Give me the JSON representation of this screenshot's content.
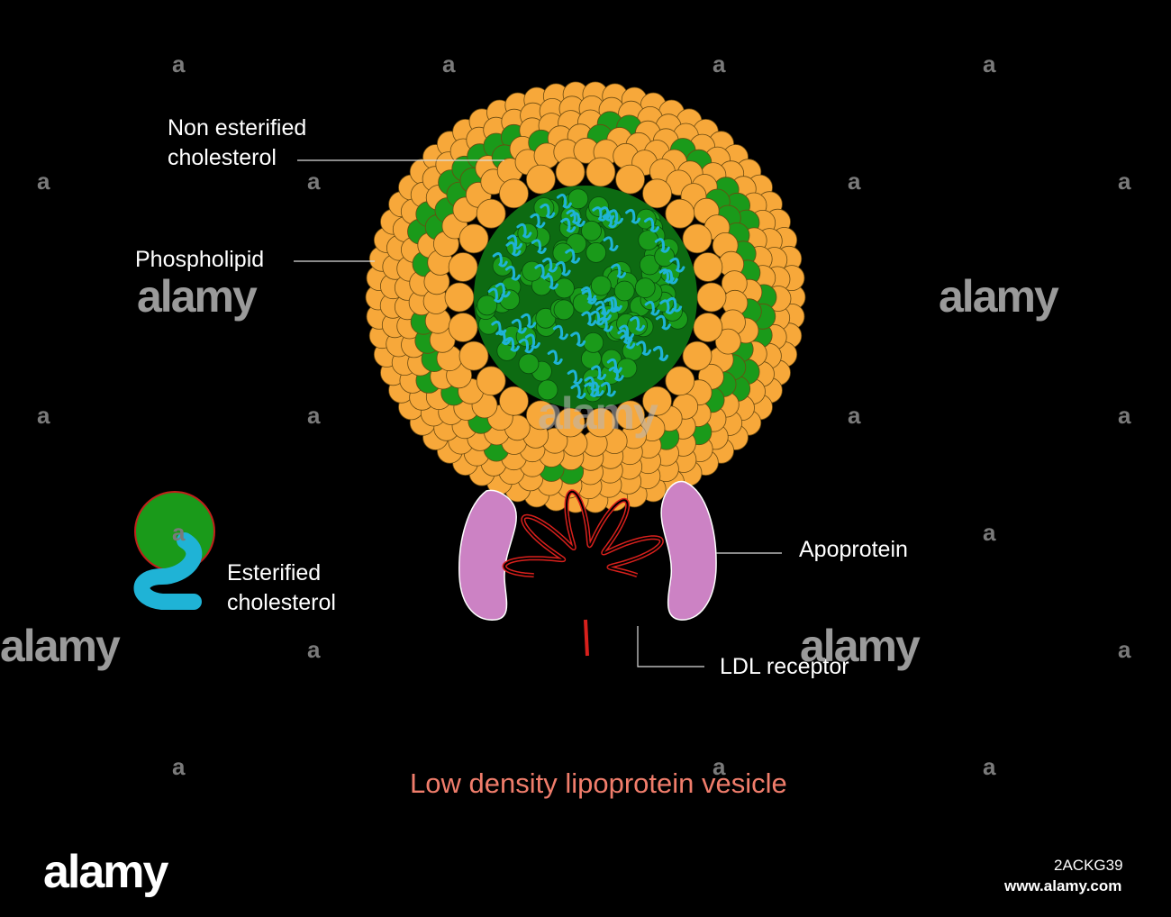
{
  "labels": {
    "non_esterified_line1": "Non esterified",
    "non_esterified_line2": "cholesterol",
    "phospholipid": "Phospholipid",
    "apoprotein": "Apoprotein",
    "esterified_line1": "Esterified",
    "esterified_line2": "cholesterol",
    "ldl_receptor": "LDL receptor"
  },
  "title": "Low density lipoprotein vesicle",
  "watermark": {
    "brand": "alamy",
    "mark": "a",
    "image_id": "2ACKG39",
    "url": "www.alamy.com"
  },
  "colors": {
    "background": "#000000",
    "phospholipid_head": "#f7a83a",
    "cholesterol_green": "#1a9a1a",
    "tail_blue": "#1fb3d6",
    "apoprotein": "#cc82c4",
    "receptor_red": "#d8201c",
    "title": "#f07d6b"
  }
}
